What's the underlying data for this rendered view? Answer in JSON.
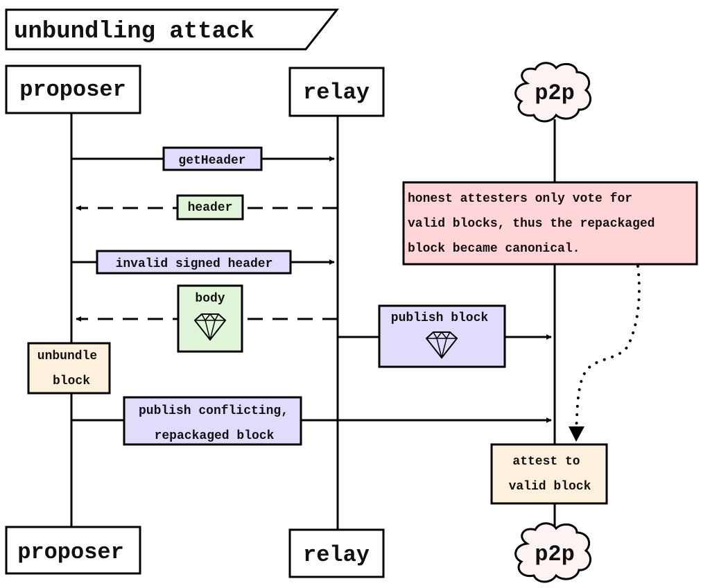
{
  "title": "unbundling attack",
  "participants": {
    "proposer": "proposer",
    "relay": "relay",
    "p2p": "p2p"
  },
  "messages": {
    "get_header": "getHeader",
    "header": "header",
    "invalid_signed_header": "invalid signed header",
    "body": "body",
    "publish_block": "publish block",
    "publish_conflicting_line1": "publish conflicting,",
    "publish_conflicting_line2": "repackaged block"
  },
  "notes": {
    "unbundle_line1": "unbundle",
    "unbundle_line2": "block",
    "attest_line1": "attest to",
    "attest_line2": "valid block",
    "honest_line1": "honest attesters only vote for",
    "honest_line2": "valid blocks, thus the repackaged",
    "honest_line3": "block became canonical."
  },
  "colors": {
    "purple": "#e2dbfb",
    "green": "#e1f6d9",
    "peach": "#fdf0dc",
    "pink": "#ffd5d7",
    "cloud": "#fdf3f3"
  },
  "icons": {
    "gem": "diamond-icon",
    "cloud": "cloud-icon"
  }
}
